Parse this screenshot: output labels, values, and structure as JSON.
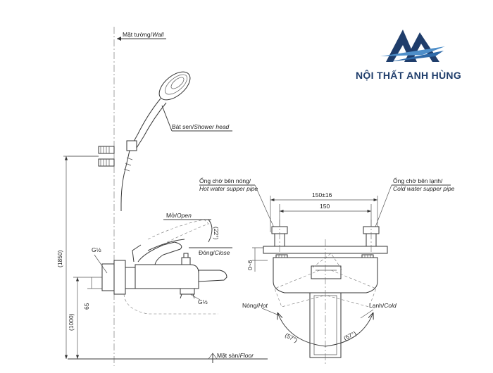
{
  "brand": {
    "name": "NỘI THẤT ANH HÙNG",
    "colors": {
      "dark": "#1f3d6b",
      "light": "#4f8fc9"
    }
  },
  "labels": {
    "wall_vi": "Mặt tường/",
    "wall_en": "Wall",
    "shower_head_vi": "Bát sen/",
    "shower_head_en": "Shower head",
    "open_vi": "Mở/",
    "open_en": "Open",
    "close_vi": "Đóng/",
    "close_en": "Close",
    "floor_vi": "Mặt sàn/",
    "floor_en": "Floor",
    "hot_pipe_vi": "Ống chờ bên nóng/",
    "hot_pipe_en": "Hot water supper pipe",
    "cold_pipe_vi": "Ống chờ bên lạnh/",
    "cold_pipe_en": "Cold water supper pipe",
    "hot_vi": "Nóng/",
    "hot_en": "Hot",
    "cold_vi": "Lạnh/",
    "cold_en": "Cold"
  },
  "dimensions": {
    "total_height": "(1850)",
    "mixer_height": "(1000)",
    "spout_offset": "65",
    "thread_1": "G½",
    "thread_2": "G½",
    "lever_angle": "(22°)",
    "center_tolerance": "150±16",
    "center": "150",
    "wall_offset": "0~6",
    "hot_angle": "(57°)",
    "cold_angle": "(57°)"
  }
}
